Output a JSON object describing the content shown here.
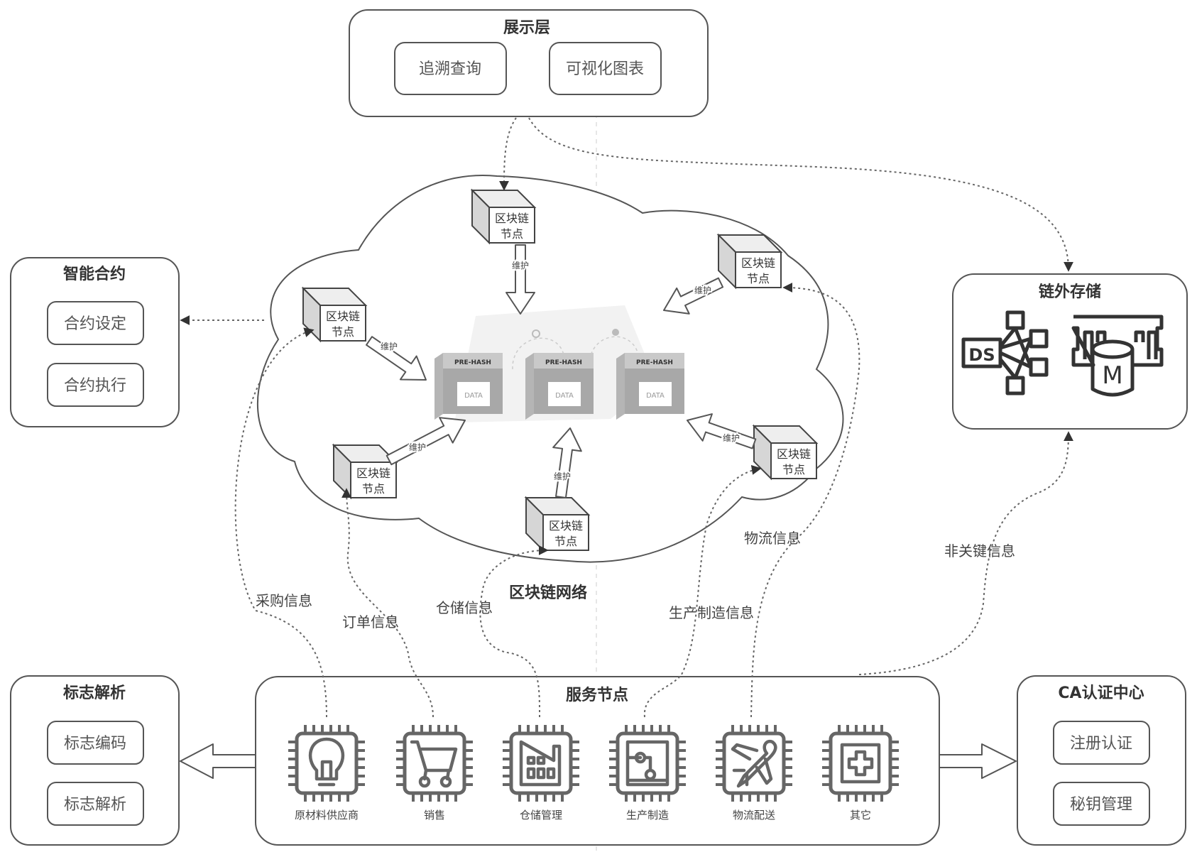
{
  "display_layer": {
    "title": "展示层",
    "items": [
      "追溯查询",
      "可视化图表"
    ]
  },
  "smart_contract": {
    "title": "智能合约",
    "items": [
      "合约设定",
      "合约执行"
    ]
  },
  "offchain_storage": {
    "title": "链外存储",
    "icons": [
      {
        "name": "data-service-icon",
        "label": "DS"
      },
      {
        "name": "memory-database-icon",
        "label": "M"
      }
    ]
  },
  "blockchain_network": {
    "label": "区块链网络",
    "node_label_line1": "区块链",
    "node_label_line2": "节点",
    "maintain_label": "维护",
    "block_header": "PRE-HASH",
    "block_body": "DATA"
  },
  "flow_labels": {
    "purchase": "采购信息",
    "order": "订单信息",
    "storage": "仓储信息",
    "manufacturing": "生产制造信息",
    "logistics": "物流信息",
    "non_key": "非关键信息"
  },
  "service_nodes": {
    "title": "服务节点",
    "items": [
      {
        "label": "原材料供应商",
        "icon": "lightbulb-icon"
      },
      {
        "label": "销售",
        "icon": "shopping-cart-icon"
      },
      {
        "label": "仓储管理",
        "icon": "factory-building-icon"
      },
      {
        "label": "生产制造",
        "icon": "circuit-board-icon"
      },
      {
        "label": "物流配送",
        "icon": "airplane-icon"
      },
      {
        "label": "其它",
        "icon": "plus-icon"
      }
    ]
  },
  "identity_resolution": {
    "title": "标志解析",
    "items": [
      "标志编码",
      "标志解析"
    ]
  },
  "ca_center": {
    "title": "CA认证中心",
    "items": [
      "注册认证",
      "秘钥管理"
    ]
  }
}
